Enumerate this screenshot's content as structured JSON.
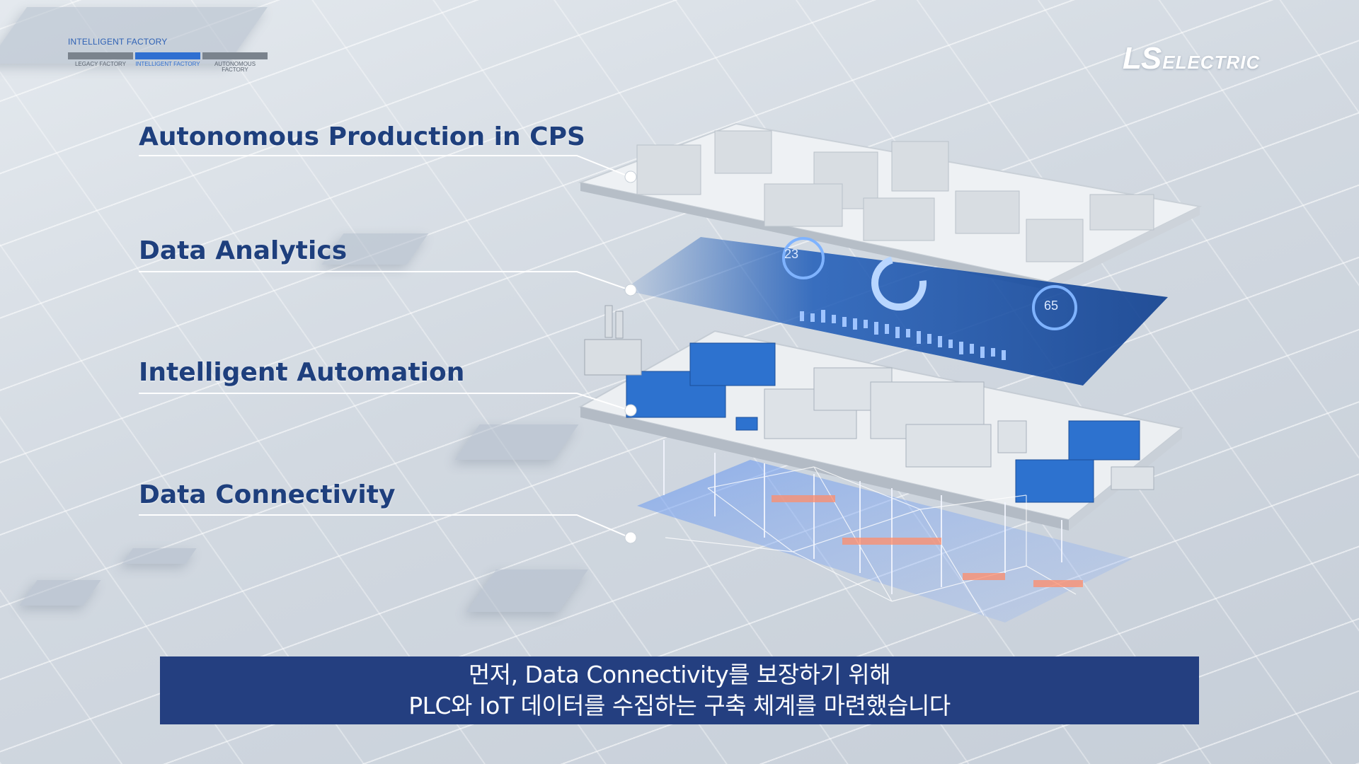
{
  "stage_indicator": {
    "title": "INTELLIGENT FACTORY",
    "stages": [
      {
        "label": "LEGACY FACTORY",
        "active": false
      },
      {
        "label": "INTELLIGENT FACTORY",
        "active": true
      },
      {
        "label": "AUTONOMOUS FACTORY",
        "active": false
      }
    ]
  },
  "logo": {
    "ls": "LS",
    "electric": "ELECTRIC"
  },
  "layers": [
    {
      "label": "Autonomous Production in CPS"
    },
    {
      "label": "Data Analytics"
    },
    {
      "label": "Intelligent Automation"
    },
    {
      "label": "Data Connectivity"
    }
  ],
  "dashboard": {
    "gauge_left": "23",
    "gauge_right": "65"
  },
  "subtitle": {
    "line1": "먼저, Data Connectivity를 보장하기 위해",
    "line2": "PLC와 IoT 데이터를 수집하는 구축 체계를 마련했습니다"
  },
  "colors": {
    "label": "#1e3f7d",
    "accent": "#2f6fd1",
    "subtitle_bg": "#243f80"
  }
}
